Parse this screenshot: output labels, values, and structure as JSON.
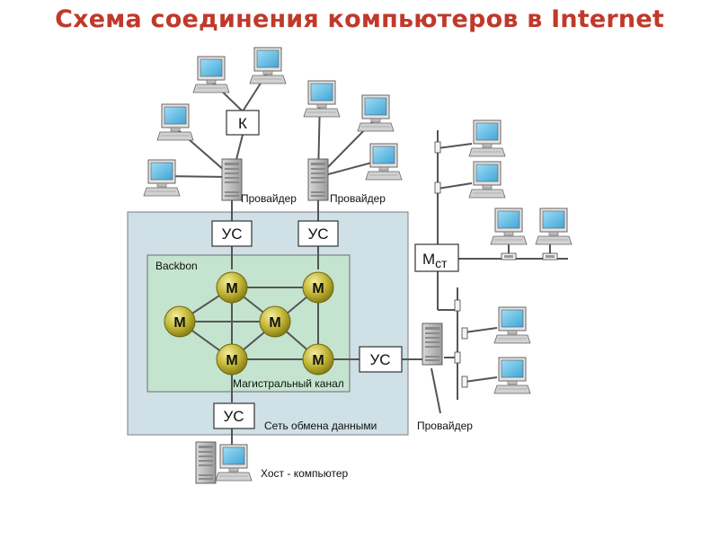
{
  "title": "Схема соединения компьютеров в Internet",
  "labels": {
    "k": "К",
    "us": "УС",
    "mst_main": "М",
    "mst_sub": "ст",
    "m": "М",
    "backbone": "Backbon",
    "trunk": "Магистральный канал",
    "data_network": "Сеть обмена данными",
    "provider": "Провайдер",
    "host": "Хост - компьютер"
  },
  "colors": {
    "title": "#c0392b",
    "network_area": "#cfe0e6",
    "backbone_area": "#c4e4cf",
    "node": "#b5a92a",
    "monitor_screen": "#58b7e0",
    "line": "#555555"
  }
}
